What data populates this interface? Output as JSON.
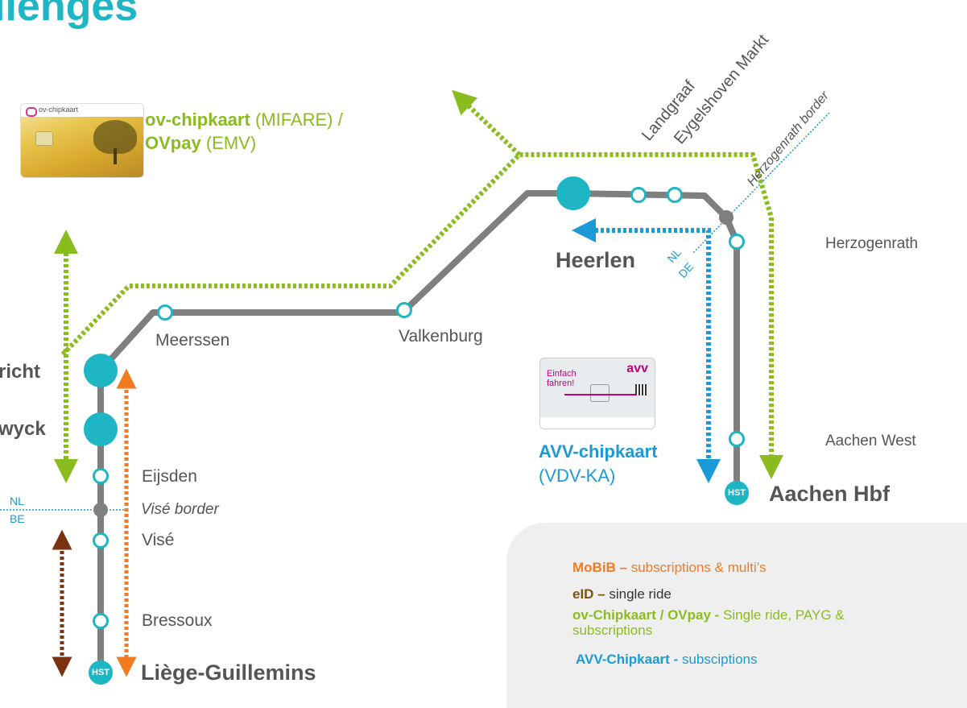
{
  "title": "llenges",
  "stations": {
    "maastricht": "richt",
    "wyck": "wyck",
    "meerssen": "Meerssen",
    "valkenburg": "Valkenburg",
    "heerlen": "Heerlen",
    "landgraaf": "Landgraaf",
    "eygelshoven": "Eygelshoven Markt",
    "herzogenrath": "Herzogenrath",
    "aachen_west": "Aachen West",
    "aachen_hbf": "Aachen Hbf",
    "eijsden": "Eijsden",
    "vise": "Visé",
    "bressoux": "Bressoux",
    "liege": "Liège-Guillemins"
  },
  "hst_badge": "HST",
  "borders": {
    "vise_border": "Visé border",
    "herzogenrath_border": "Herzogenrath border",
    "nl": "NL",
    "be": "BE",
    "de": "DE"
  },
  "cards": {
    "ov": {
      "header": "ov-chipkaart",
      "name1": "ov-chipkaart",
      "tech1": " (MIFARE) /",
      "name2": "OVpay",
      "tech2": " (EMV)"
    },
    "avv": {
      "logo": "avv",
      "slogan1": "Einfach",
      "slogan2": "fahren!",
      "name": "AVV-chipkaart",
      "tech": "(VDV-KA)"
    }
  },
  "legend": {
    "mobib_name": "MoBiB –",
    "mobib_desc": " subscriptions & multi’s",
    "eid_name": "eID –",
    "eid_desc": " single ride",
    "ov_name": "ov-Chipkaart / OVpay -",
    "ov_desc1": "  Single ride, PAYG &",
    "ov_desc2": "subscriptions",
    "avv_name": "AVV-Chipkaart -",
    "avv_desc": " subsciptions"
  },
  "colors": {
    "line": "#7f7f7f",
    "station": "#1eb5c5",
    "ov_green": "#8bbc1f",
    "avv_blue": "#1c9ad6",
    "mobib_orange": "#f47a20",
    "eid_brown": "#7a3210",
    "legend_bg": "#efefef"
  }
}
